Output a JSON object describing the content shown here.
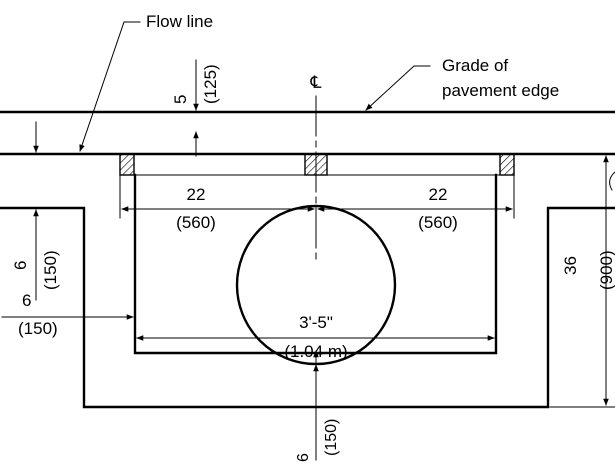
{
  "notes": {
    "flow_line": "Flow line",
    "grade_line1": "Grade of",
    "grade_line2": "pavement edge",
    "centerline": "℄"
  },
  "dimensions": {
    "top_in": "5",
    "top_mm": "(125)",
    "left_span_in": "22",
    "left_span_mm": "(560)",
    "right_span_in": "22",
    "right_span_mm": "(560)",
    "wall_vert_in": "6",
    "wall_vert_mm": "(150)",
    "wall_horiz_in": "6",
    "wall_horiz_mm": "(150)",
    "pipe_dia_imperial": "3'-5\"",
    "pipe_dia_metric": "(1.04 m)",
    "bottom_in": "6",
    "bottom_mm": "(150)",
    "height_in": "36",
    "height_mm": "(900)"
  },
  "colors": {
    "ink": "#000000",
    "paper": "#ffffff"
  }
}
